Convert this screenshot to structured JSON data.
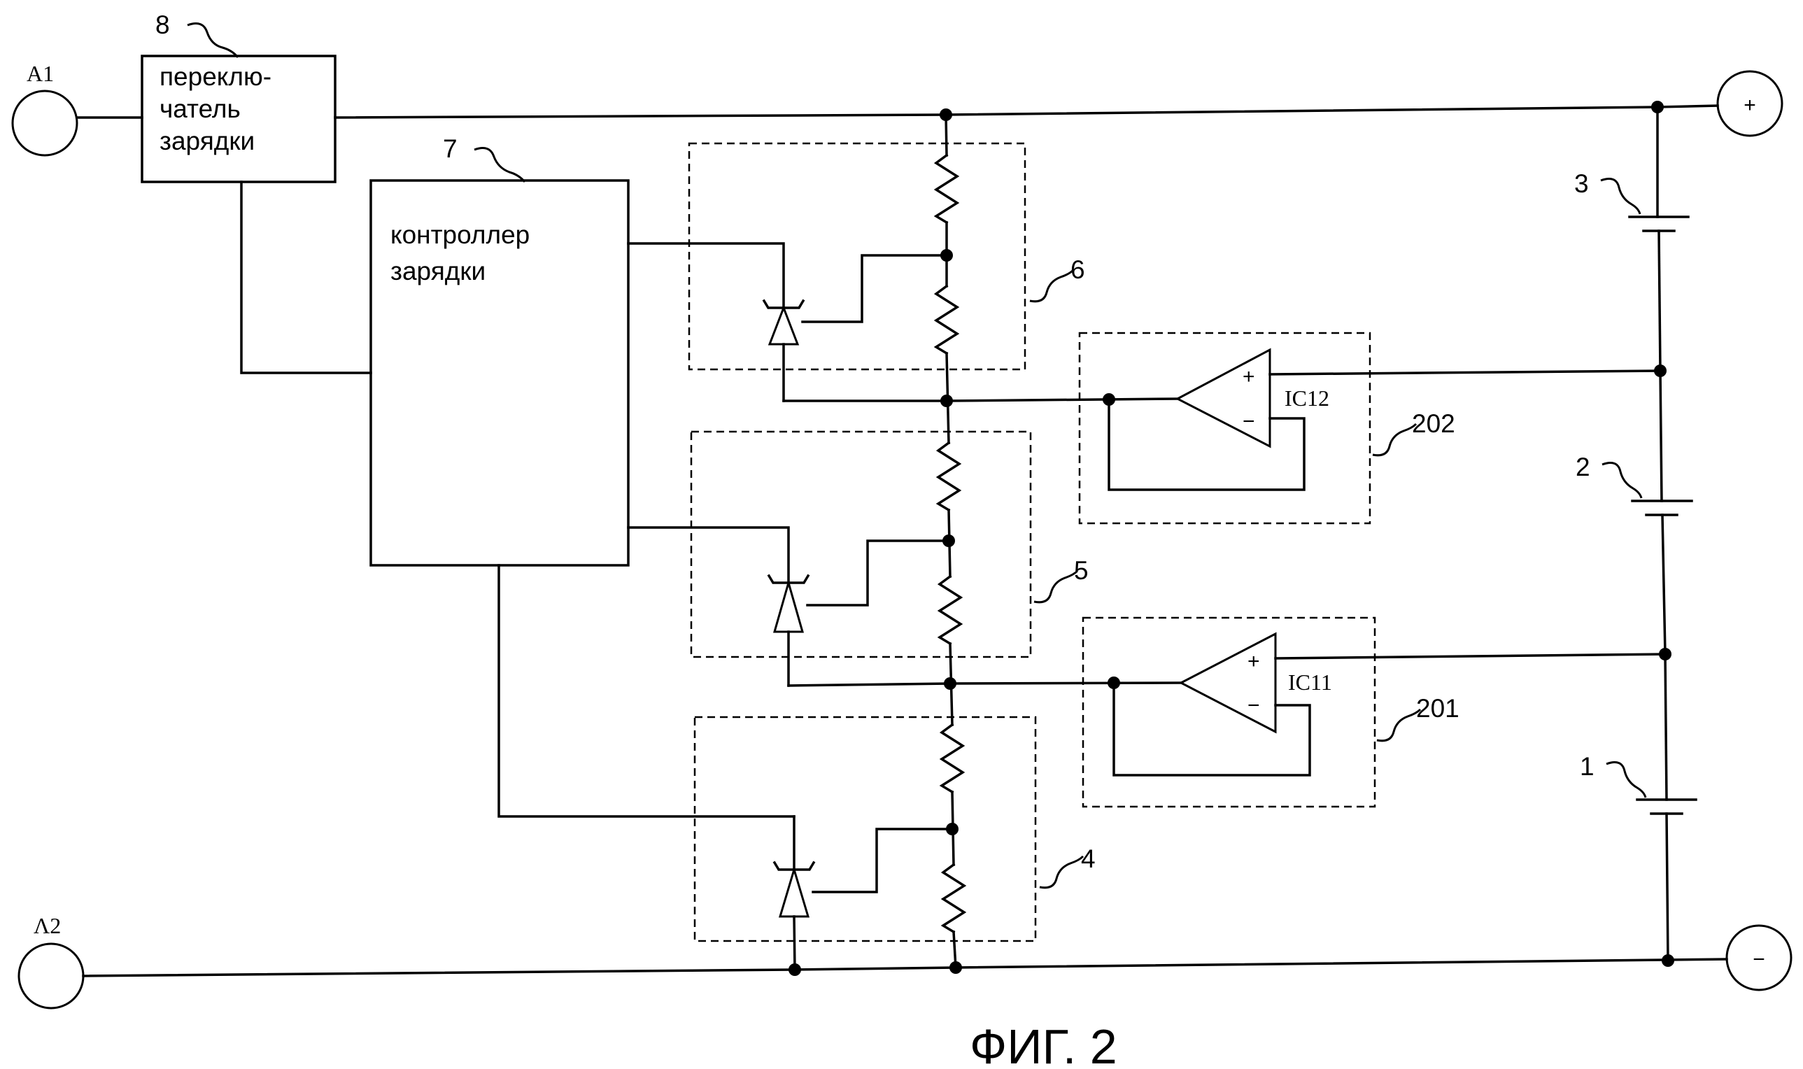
{
  "figure": {
    "caption": "ФИГ. 2"
  },
  "terminals": {
    "a1": "A1",
    "a2": "Λ2",
    "plus": "+",
    "minus": "−"
  },
  "blocks": {
    "switch": {
      "ref": "8",
      "lines": [
        "переклю-",
        "чатель",
        "зарядки"
      ]
    },
    "controller": {
      "ref": "7",
      "lines": [
        "контроллер",
        "зарядки"
      ]
    }
  },
  "shunts": [
    {
      "ref": "6"
    },
    {
      "ref": "5"
    },
    {
      "ref": "4"
    }
  ],
  "buffers": [
    {
      "ref": "202",
      "chip": "IC12",
      "plus": "+",
      "minus": "−"
    },
    {
      "ref": "201",
      "chip": "IC11",
      "plus": "+",
      "minus": "−"
    }
  ],
  "cells": [
    {
      "ref": "3"
    },
    {
      "ref": "2"
    },
    {
      "ref": "1"
    }
  ]
}
